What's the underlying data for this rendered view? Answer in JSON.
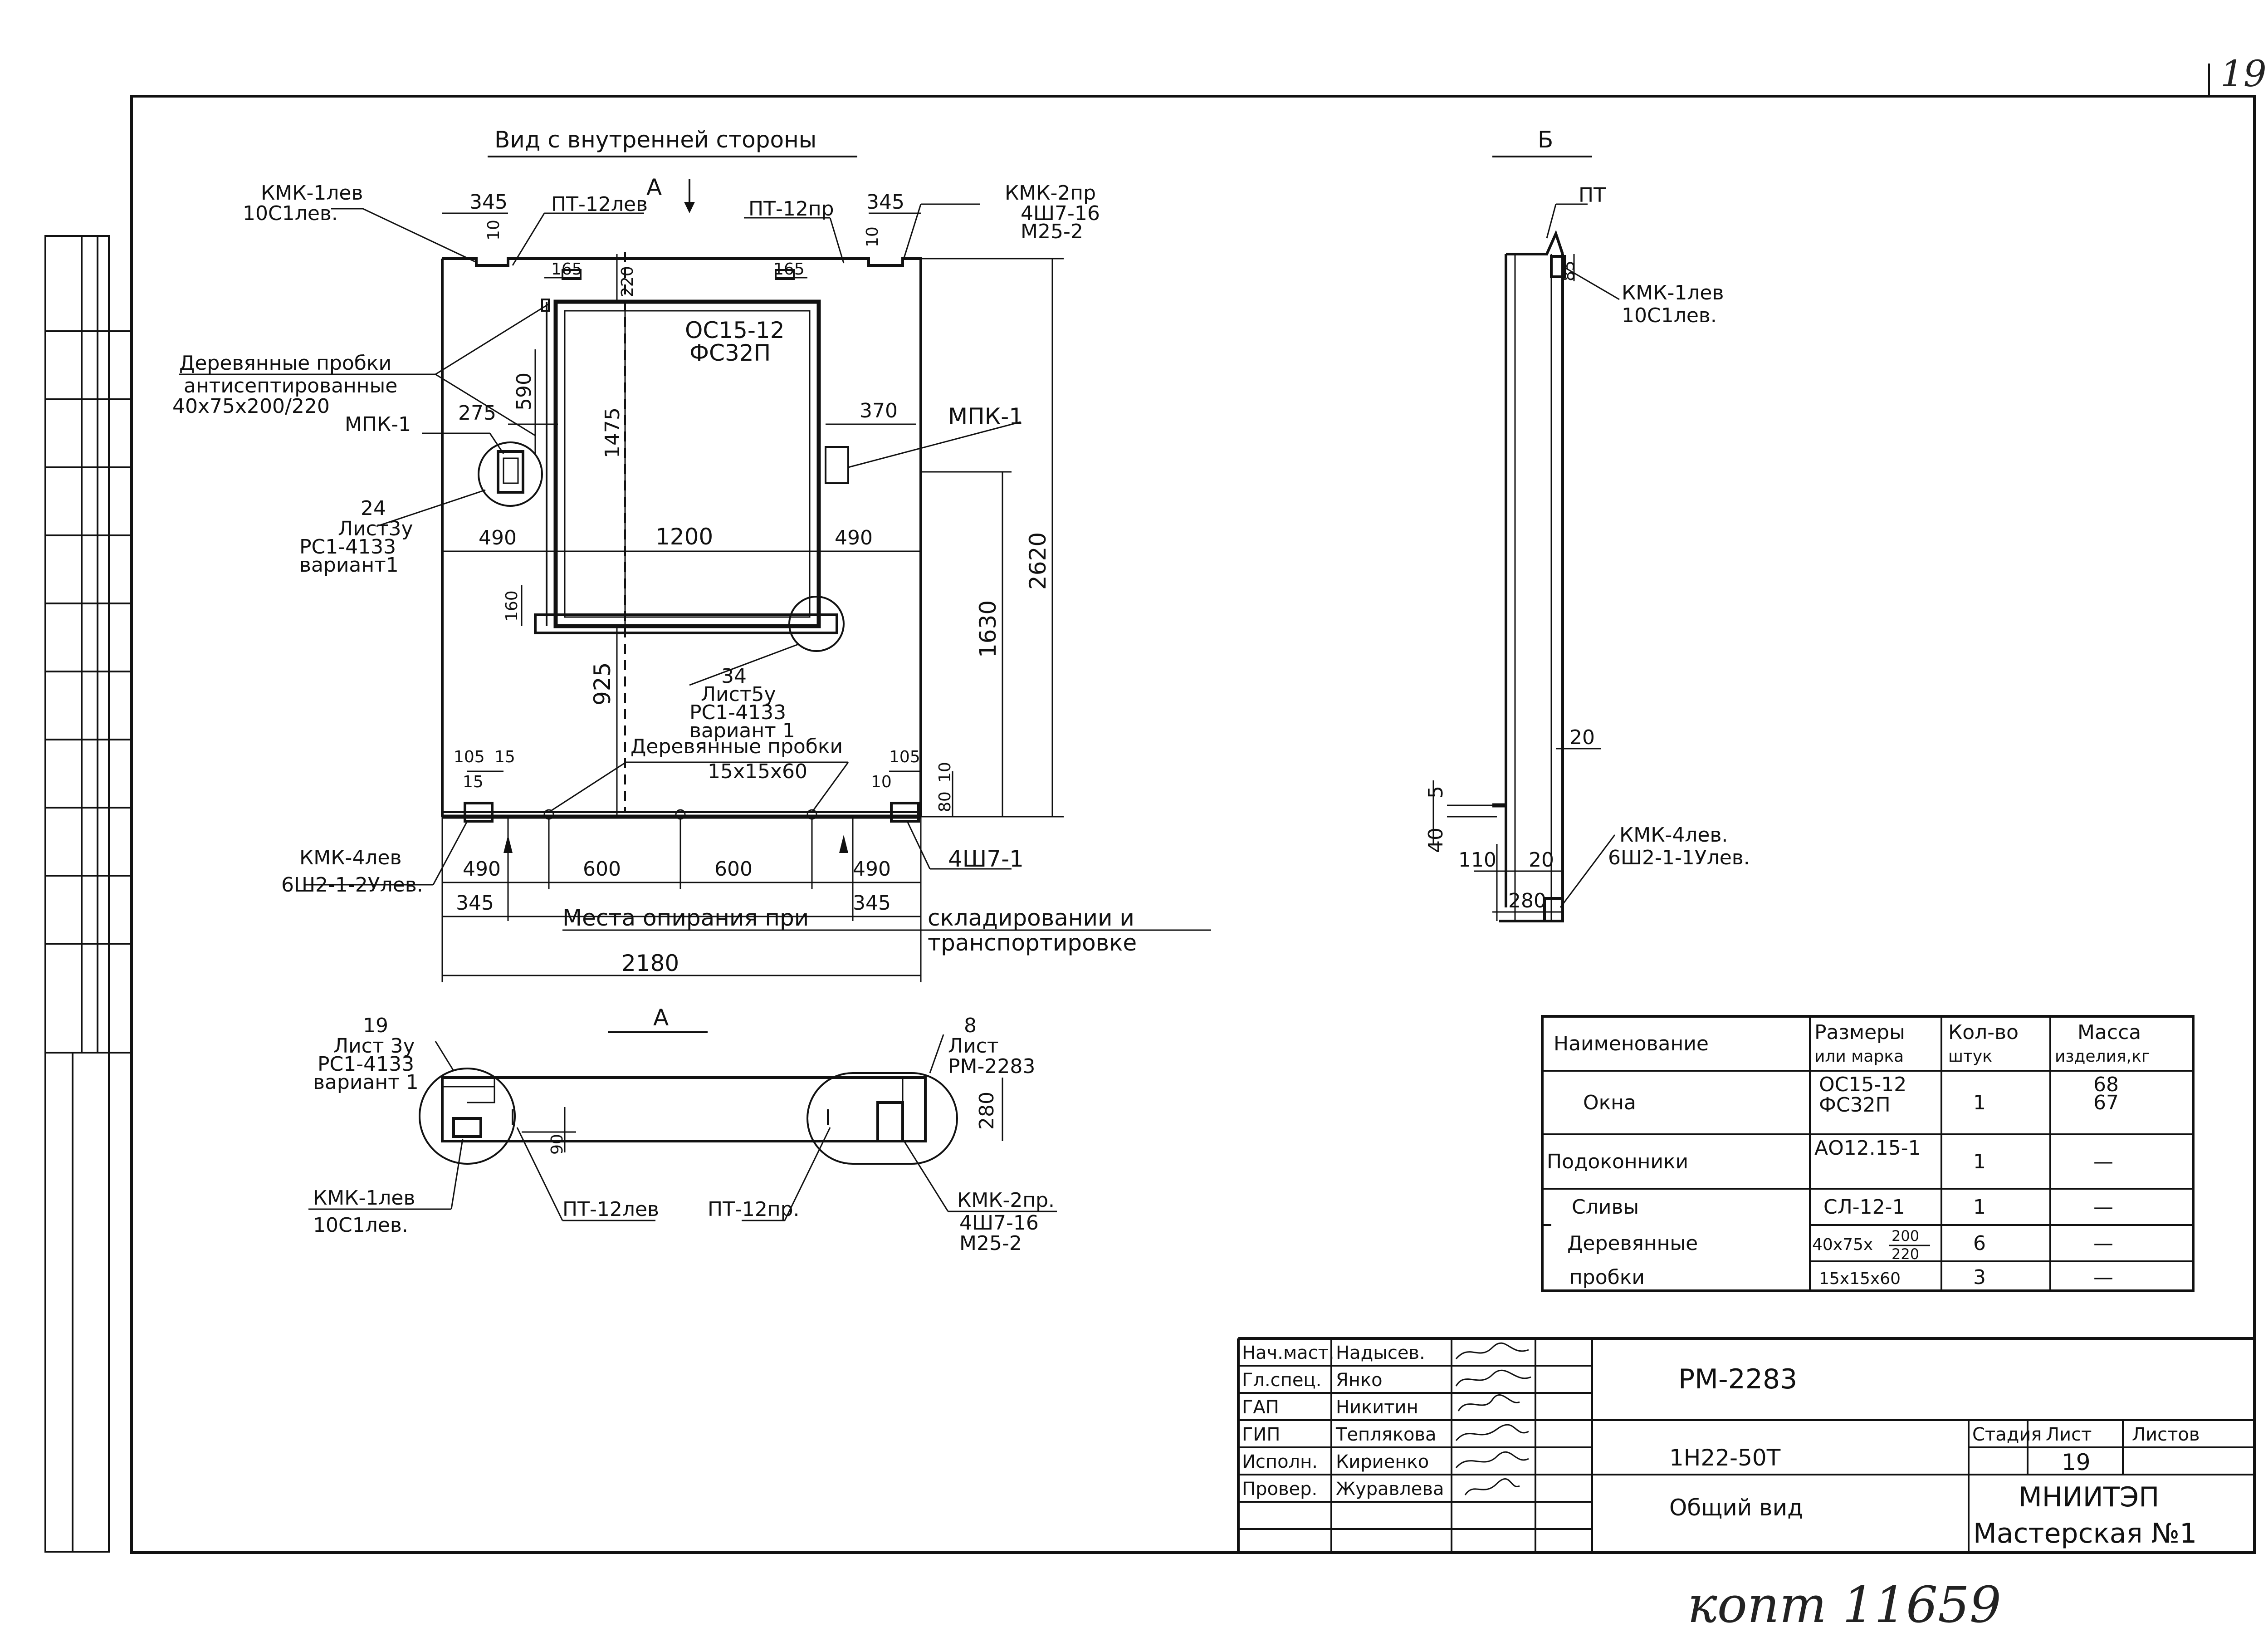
{
  "page_number": "19",
  "front_view": {
    "title": "Вид с внутренней стороны",
    "section_mark": "А",
    "labels": {
      "kmk1_l1": "КМК-1лев",
      "kmk1_l2": "10С1лев.",
      "kmk2_l1": "КМК-2пр",
      "kmk2_l2": "4Ш7-16",
      "kmk2_l3": "М25-2",
      "pt_left": "ПТ-12лев",
      "pt_right": "ПТ-12пр",
      "window_l1": "ОС15-12",
      "window_l2": "ФС32П",
      "plugs_l1": "Деревянные пробки",
      "plugs_l2": "антисептированные",
      "plugs_l3": "40х75х200/220",
      "mpk_left": "МПК-1",
      "mpk_right": "МПК-1",
      "ref24_l1": "24",
      "ref24_l2": "Лист3у",
      "ref24_l3": "РС1-4133",
      "ref24_l4": "вариант1",
      "ref34_l1": "34",
      "ref34_l2": "Лист5у",
      "ref34_l3": "РС1-4133",
      "ref34_l4": "вариант 1",
      "plugs2_l1": "Деревянные пробки",
      "plugs2_l2": "15х15х60",
      "kmk4_l1": "КМК-4лев",
      "kmk4_l2": "6Ш2-1-2Улев.",
      "sh7": "4Ш7-1",
      "support_l1": "Места опирания при",
      "support_l2": "складировании и",
      "support_l3": "транспортировке"
    },
    "dims": {
      "d345a": "345",
      "d345b": "345",
      "d10a": "10",
      "d10b": "10",
      "d165a": "165",
      "d165b": "165",
      "d220": "220",
      "d590": "590",
      "d1475": "1475",
      "d275": "275",
      "d370": "370",
      "d490a": "490",
      "d1200": "1200",
      "d490b": "490",
      "d2620": "2620",
      "d1630": "1630",
      "d160": "160",
      "d925": "925",
      "d105": "105",
      "d15a": "15",
      "d15b": "15",
      "d105b": "105",
      "d10c": "10",
      "d80": "80",
      "d490c": "490",
      "d600a": "600",
      "d600b": "600",
      "d490d": "490",
      "d345c": "345",
      "d345d": "345",
      "d2180": "2180"
    }
  },
  "section_b": {
    "title": "Б",
    "labels": {
      "pt": "ПТ",
      "kmk1_l1": "КМК-1лев",
      "kmk1_l2": "10С1лев.",
      "kmk4_l1": "КМК-4лев.",
      "kmk4_l2": "6Ш2-1-1Улев."
    },
    "dims": {
      "d85": "85",
      "d20a": "20",
      "d40": "40",
      "d5": "5",
      "d110": "110",
      "d20b": "20",
      "d280": "280"
    }
  },
  "section_a": {
    "title": "А",
    "labels": {
      "ref19_l1": "19",
      "ref19_l2": "Лист 3у",
      "ref19_l3": "РС1-4133",
      "ref19_l4": "вариант 1",
      "ref8_l1": "8",
      "ref8_l2": "Лист",
      "ref8_l3": "РМ-2283",
      "kmk1_l1": "КМК-1лев",
      "kmk1_l2": "10С1лев.",
      "pt_left": "ПТ-12лев",
      "pt_right": "ПТ-12пр.",
      "kmk2_l1": "КМК-2пр.",
      "kmk2_l2": "4Ш7-16",
      "kmk2_l3": "М25-2"
    },
    "dims": {
      "d90": "90",
      "d280": "280"
    }
  },
  "spec_table": {
    "headers": [
      "Наименование",
      "Размеры или марка",
      "Кол-во штук",
      "Масса изделия, кг"
    ],
    "header_lines": {
      "name": "Наименование",
      "size_1": "Размеры",
      "size_2": "или марка",
      "qty_1": "Кол-во",
      "qty_2": "штук",
      "mass_1": "Масса",
      "mass_2": "изделия,кг"
    },
    "rows": [
      {
        "name": "Окна",
        "mark_1": "ОС15-12",
        "mark_2": "ФС32П",
        "qty": "1",
        "mass_1": "68",
        "mass_2": "67"
      },
      {
        "name": "Подоконники",
        "mark_1": "АО12.15-1",
        "qty": "1",
        "mass_1": "—"
      },
      {
        "name": "Сливы",
        "mark_1": "СЛ-12-1",
        "qty": "1",
        "mass_1": "—"
      },
      {
        "name": "Деревянные",
        "mark_1": "40х75х",
        "mark_frac_num": "200",
        "mark_frac_den": "220",
        "qty": "6",
        "mass_1": "—"
      },
      {
        "name": "пробки",
        "mark_1": "15х15х60",
        "qty": "3",
        "mass_1": "—"
      }
    ]
  },
  "title_block": {
    "roles": [
      {
        "role": "Нач.маст.",
        "name": "Надысев."
      },
      {
        "role": "Гл.спец.",
        "name": "Янко"
      },
      {
        "role": "ГАП",
        "name": "Никитин"
      },
      {
        "role": "ГИП",
        "name": "Теплякова"
      },
      {
        "role": "Исполн.",
        "name": "Кириенко"
      },
      {
        "role": "Провер.",
        "name": "Журавлева"
      }
    ],
    "code": "РМ-2283",
    "project": "1Н22-50Т",
    "sheet_title": "Общий вид",
    "stage_label": "Стадия",
    "sheet_label": "Лист",
    "sheets_label": "Листов",
    "sheet_value": "19",
    "org_1": "МНИИТЭП",
    "org_2": "Мастерская №1"
  },
  "footer_handwritten": "копт 11659"
}
